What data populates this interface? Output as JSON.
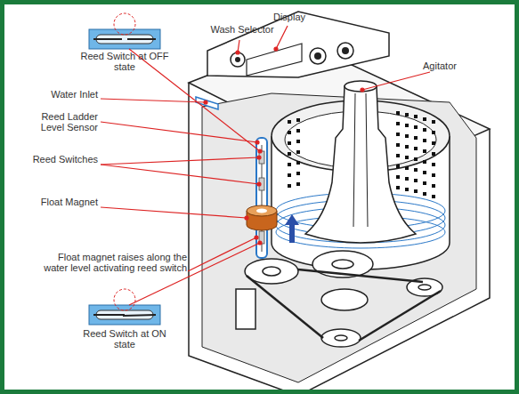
{
  "diagram": {
    "labels": [
      "Display",
      "Wash Selector",
      "Agitator",
      "Reed Switch at OFF state",
      "Water Inlet",
      "Reed Ladder Level Sensor",
      "Reed Switches",
      "Float Magnet",
      "Float magnet raises along the water level activating reed switch",
      "Reed Switch at ON state"
    ]
  }
}
